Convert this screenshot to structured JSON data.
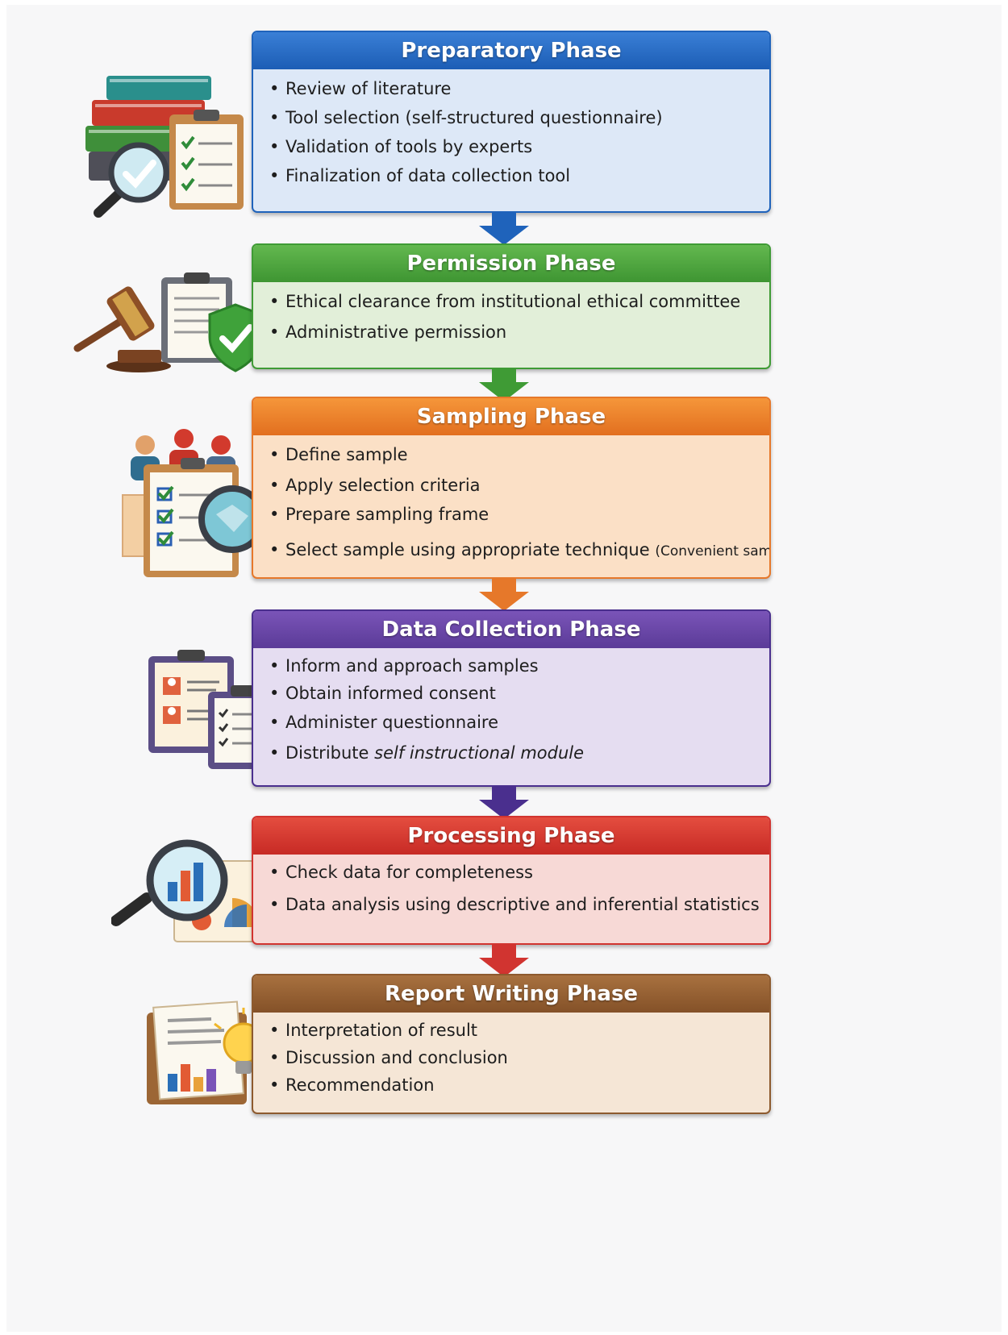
{
  "colors": {
    "preparatory": "#1f63bb",
    "permission": "#3f9b35",
    "sampling": "#e6782a",
    "data_collection": "#5b3b98",
    "processing": "#d13430",
    "report_writing": "#8d5a2e"
  },
  "phases": [
    {
      "title": "Preparatory Phase",
      "icon": "books-checklist-magnifier-icon",
      "items": [
        "Review of literature",
        "Tool selection (self-structured questionnaire)",
        "Validation of tools by experts",
        "Finalization of data collection tool"
      ]
    },
    {
      "title": "Permission Phase",
      "icon": "gavel-clipboard-shield-icon",
      "items": [
        "Ethical clearance from institutional ethical committee",
        "Administrative permission"
      ]
    },
    {
      "title": "Sampling Phase",
      "icon": "people-checklist-magnifier-icon",
      "items": [
        "Define sample",
        "Apply selection criteria",
        "Prepare sampling frame",
        "Select sample using appropriate technique"
      ],
      "item4_note": "(Convenient sampling)"
    },
    {
      "title": "Data Collection Phase",
      "icon": "clipboards-forms-icon",
      "items": [
        "Inform and approach samples",
        "Obtain informed consent",
        "Administer questionnaire",
        "Distribute"
      ],
      "item4_emphasis": "self instructional module"
    },
    {
      "title": "Processing Phase",
      "icon": "magnifier-charts-icon",
      "items": [
        "Check data for completeness",
        "Data analysis using descriptive  and inferential statistics"
      ]
    },
    {
      "title": "Report Writing Phase",
      "icon": "report-lightbulb-icon",
      "items": [
        "Interpretation of result",
        "Discussion and conclusion",
        "Recommendation"
      ]
    }
  ]
}
